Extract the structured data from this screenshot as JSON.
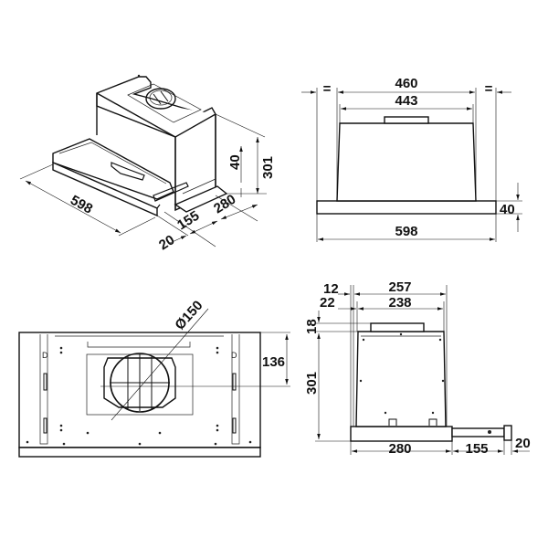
{
  "drawing": {
    "title": "Telescopic cooker hood dimension drawing",
    "units": "mm",
    "background": "#ffffff",
    "line_color": "#111111"
  },
  "views": {
    "isometric": {
      "width": "598",
      "depth_body": "280",
      "depth_slide": "155",
      "front_panel": "20",
      "total_height": "301",
      "panel_height": "40"
    },
    "front": {
      "top_width": "460",
      "body_width": "443",
      "equal_left": "=",
      "equal_right": "=",
      "panel_height": "40",
      "total_width": "598"
    },
    "bottom": {
      "duct_diameter": "Ø150",
      "duct_center_offset": "136",
      "mark_left": "D",
      "mark_right": "D"
    },
    "side": {
      "offset_a": "12",
      "offset_b": "22",
      "top_depth": "257",
      "body_depth": "238",
      "collar_height": "18",
      "total_height": "301",
      "base_depth": "280",
      "slide_depth": "155",
      "front_panel": "20"
    }
  }
}
